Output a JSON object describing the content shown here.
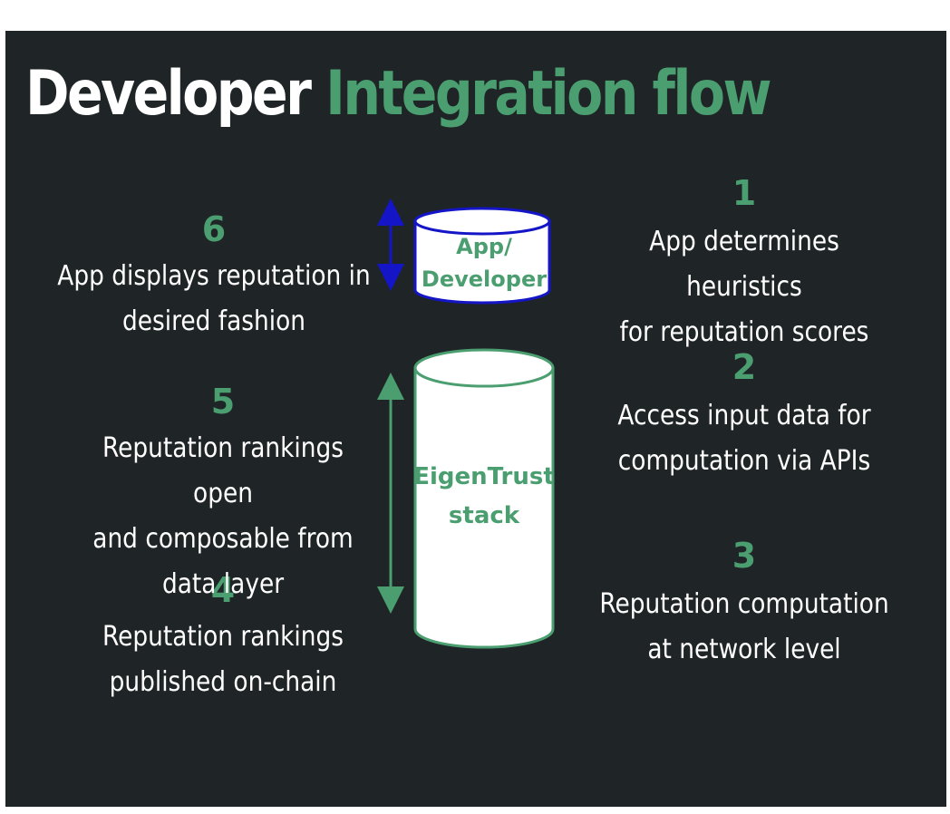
{
  "title": {
    "part1": "Developer",
    "part2": "Integration flow"
  },
  "colors": {
    "background": "#1f2427",
    "accent_green": "#4a9e6f",
    "text_white": "#ffffff",
    "app_arrow_blue": "#1515c8"
  },
  "cylinders": {
    "app": {
      "line1": "App/",
      "line2": "Developer"
    },
    "stack": {
      "line1": "EigenTrust",
      "line2": "stack"
    }
  },
  "steps": [
    {
      "number": "1",
      "text": "App determines heuristics\nfor reputation scores"
    },
    {
      "number": "2",
      "text": "Access input data for\ncomputation via APIs"
    },
    {
      "number": "3",
      "text": "Reputation computation\nat network level"
    },
    {
      "number": "4",
      "text": "Reputation rankings\npublished on-chain"
    },
    {
      "number": "5",
      "text": "Reputation rankings open\nand composable from\ndata layer"
    },
    {
      "number": "6",
      "text": "App displays reputation in\ndesired fashion"
    }
  ]
}
